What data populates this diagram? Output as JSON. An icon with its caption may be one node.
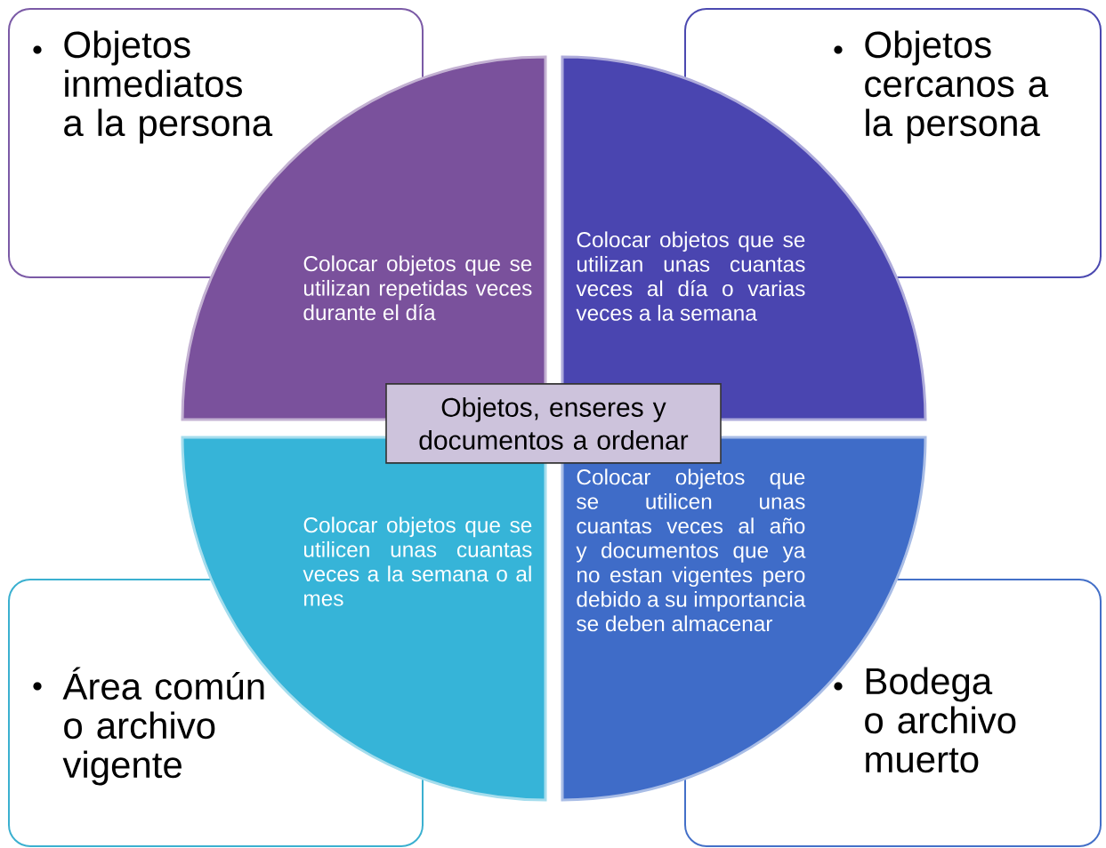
{
  "diagram": {
    "nodes": [
      {
        "text": [
          "Objetos inmediatos a la persona"
        ]
      },
      {
        "text": [
          "Objetos cercanos a la persona"
        ]
      },
      {
        "text": [
          "Área común o archivo vigente"
        ]
      },
      {
        "text": [
          "Bodega o archivo muerto"
        ]
      },
      {
        "text": [
          "Colocar objetos que se utilizan repetidas veces durante el día"
        ]
      },
      {
        "text": [
          "Colocar objetos que se utilizan unas cuantas veces al día o varias veces a la semana"
        ]
      },
      {
        "text": [
          "Colocar objetos que se utilicen unas cuantas veces a la semana o al mes"
        ]
      },
      {
        "text": [
          "Colocar objetos que se utilicen unas cuantas veces al año y documentos que ya no estan vigentes pero debido a su importancia se deben almacenar"
        ]
      },
      {
        "text": [
          "Objetos, enseres y documentos a ordenar"
        ]
      }
    ]
  }
}
